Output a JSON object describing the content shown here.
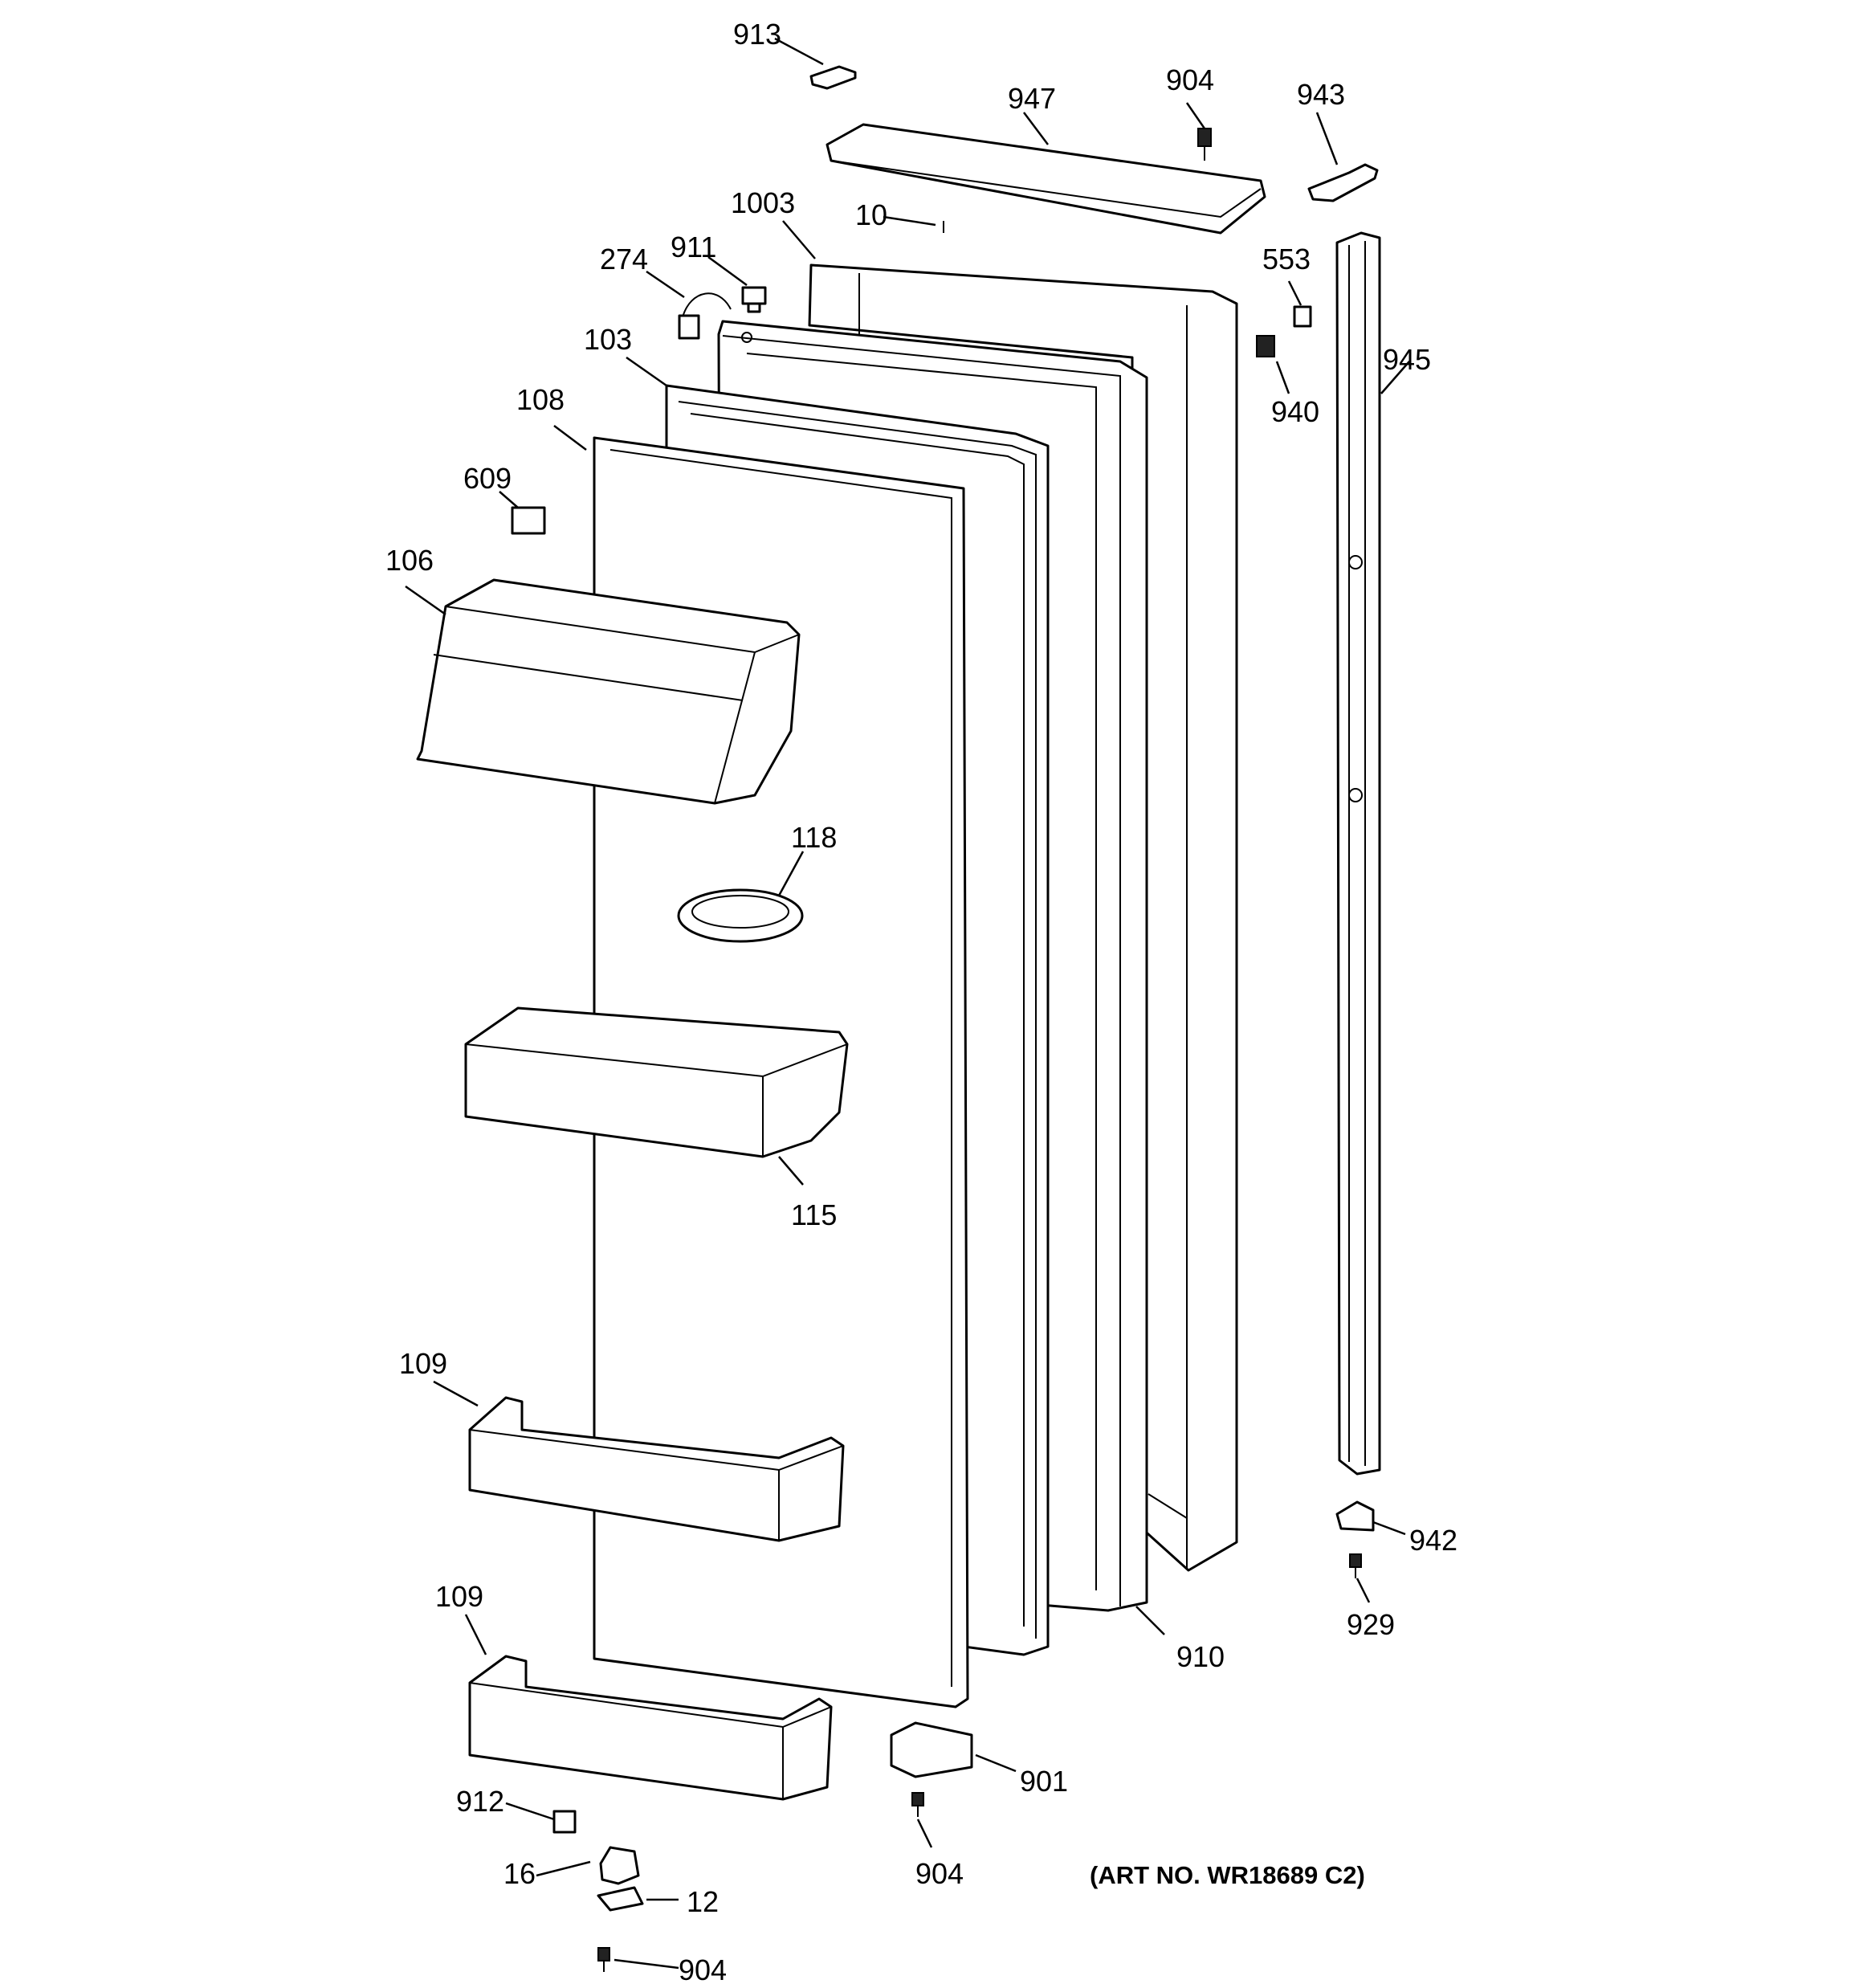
{
  "art_number": "(ART NO. WR18689 C2)",
  "callouts": {
    "c913": "913",
    "c947": "947",
    "c904_top": "904",
    "c943": "943",
    "c1003": "1003",
    "c10": "10",
    "c274": "274",
    "c911": "911",
    "c553": "553",
    "c945": "945",
    "c940": "940",
    "c103": "103",
    "c108": "108",
    "c609": "609",
    "c106": "106",
    "c118": "118",
    "c115": "115",
    "c109_upper": "109",
    "c109_lower": "109",
    "c942": "942",
    "c929": "929",
    "c910": "910",
    "c901": "901",
    "c904_mid": "904",
    "c912": "912",
    "c16": "16",
    "c12": "12",
    "c904_bottom": "904"
  }
}
